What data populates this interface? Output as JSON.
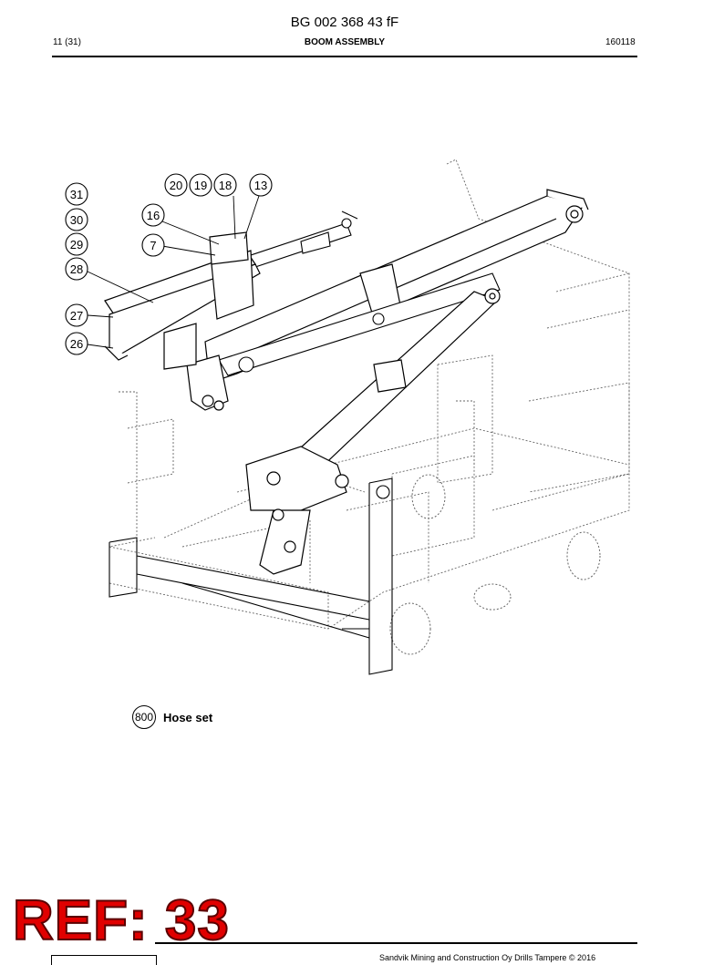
{
  "header": {
    "doc_number": "BG 002 368 43 fF",
    "page": "11 (31)",
    "title": "BOOM ASSEMBLY",
    "date": "160118"
  },
  "callouts": {
    "n31": "31",
    "n30": "30",
    "n29": "29",
    "n28": "28",
    "n27": "27",
    "n26": "26",
    "n20": "20",
    "n19": "19",
    "n18": "18",
    "n13": "13",
    "n16": "16",
    "n7": "7"
  },
  "hose_set": {
    "number": "800",
    "label": "Hose set"
  },
  "stamp": {
    "text": "REF: 33"
  },
  "footer": {
    "copyright": "Sandvik Mining and Construction Oy Drills Tampere © 2016"
  }
}
